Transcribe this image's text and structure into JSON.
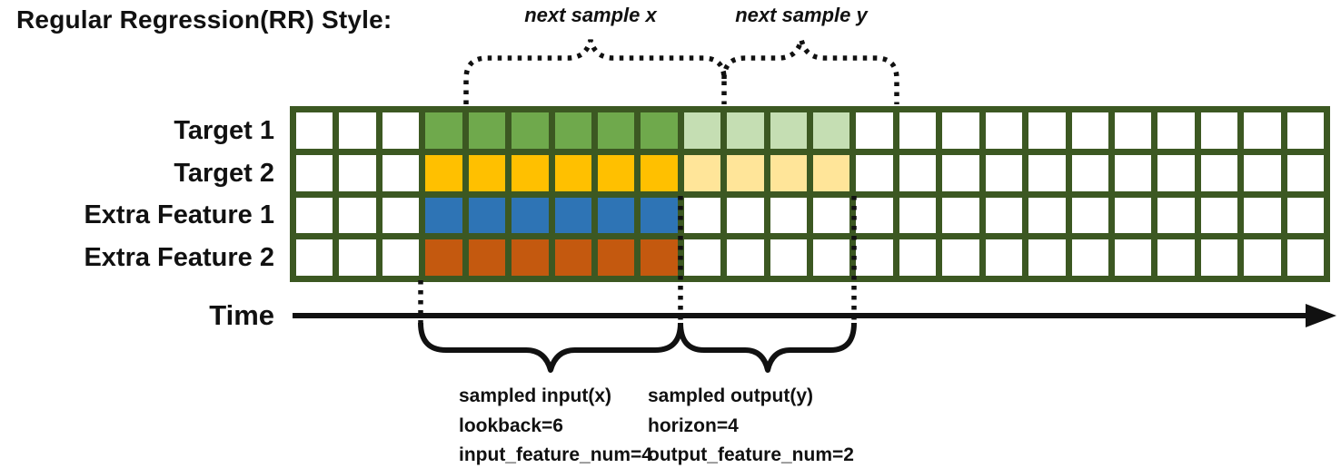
{
  "title": "Regular Regression(RR) Style:",
  "annotations": {
    "next_sample_x": "next sample x",
    "next_sample_y": "next sample y"
  },
  "grid": {
    "columns": 24,
    "row_labels": [
      "Target 1",
      "Target 2",
      "Extra Feature 1",
      "Extra Feature 2"
    ],
    "palette": {
      "grid_line": "#3C5822",
      "green": "#6FA94C",
      "green_light": "#C5DEB3",
      "gold": "#FFC000",
      "gold_light": "#FFE599",
      "blue": "#2E74B5",
      "orange": "#C4590F"
    },
    "cells": [
      {
        "row": 0,
        "from": 4,
        "to": 9,
        "color": "green"
      },
      {
        "row": 0,
        "from": 10,
        "to": 13,
        "color": "green_light"
      },
      {
        "row": 1,
        "from": 4,
        "to": 9,
        "color": "gold"
      },
      {
        "row": 1,
        "from": 10,
        "to": 13,
        "color": "gold_light"
      },
      {
        "row": 2,
        "from": 4,
        "to": 9,
        "color": "blue"
      },
      {
        "row": 3,
        "from": 4,
        "to": 9,
        "color": "orange"
      }
    ]
  },
  "time_axis": {
    "label": "Time"
  },
  "input_block": {
    "line1": "sampled input(x)",
    "line2": "lookback=6",
    "line3": "input_feature_num=4"
  },
  "output_block": {
    "line1": "sampled output(y)",
    "line2": "horizon=4",
    "line3": "output_feature_num=2"
  }
}
